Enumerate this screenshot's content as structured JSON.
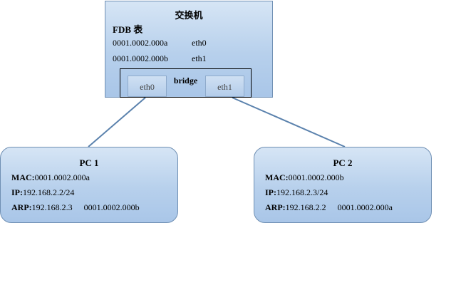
{
  "switch": {
    "title": "交换机",
    "fdb_title": "FDB 表",
    "fdb_entries": [
      {
        "mac": "0001.0002.000a",
        "port": "eth0"
      },
      {
        "mac": "0001.0002.000b",
        "port": "eth1"
      }
    ],
    "bridge": {
      "label": "bridge",
      "ports": [
        "eth0",
        "eth1"
      ]
    }
  },
  "pcs": [
    {
      "title": "PC 1",
      "mac_label": "MAC:",
      "mac": "0001.0002.000a",
      "ip_label": "IP:",
      "ip": "192.168.2.2/24",
      "arp_label": "ARP:",
      "arp_ip": "192.168.2.3",
      "arp_mac": "0001.0002.000b"
    },
    {
      "title": "PC 2",
      "mac_label": "MAC:",
      "mac": "0001.0002.000b",
      "ip_label": "IP:",
      "ip": "192.168.2.3/24",
      "arp_label": "ARP:",
      "arp_ip": "192.168.2.2",
      "arp_mac": "0001.0002.000a"
    }
  ],
  "colors": {
    "box_border": "#6f8fb3",
    "box_fill_top": "#d6e5f5",
    "box_fill_bottom": "#a9c6e8",
    "link_line": "#5b82ad"
  }
}
